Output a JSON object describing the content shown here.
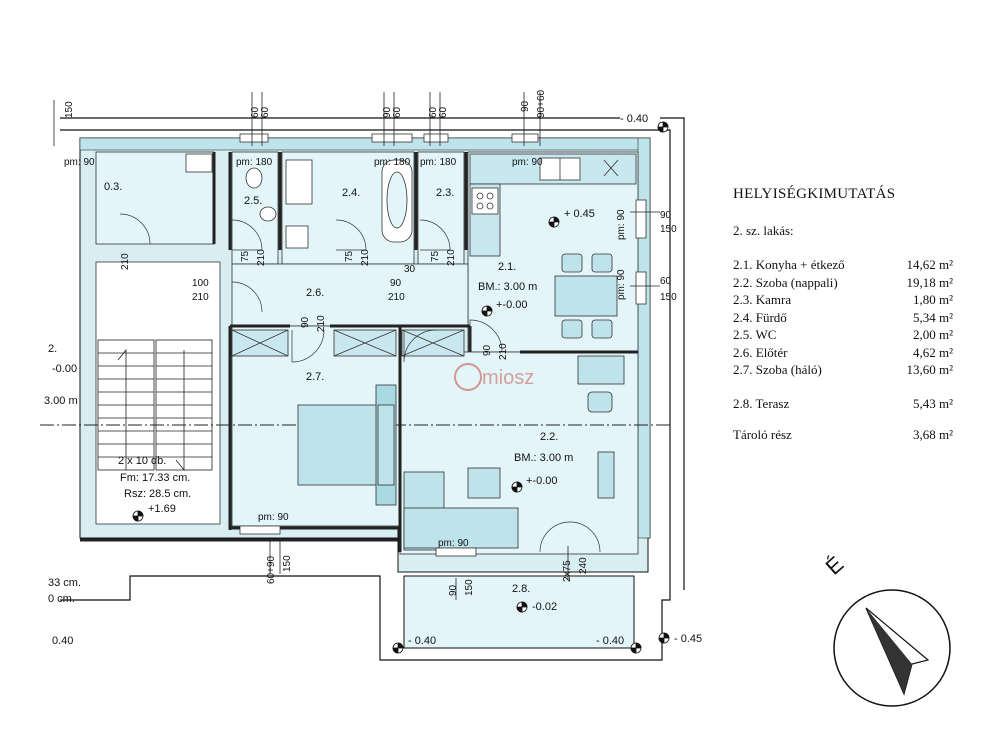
{
  "legend": {
    "title": "HELYISÉGKIMUTATÁS",
    "subtitle": "2. sz. lakás:",
    "rooms": [
      {
        "name": "2.1. Konyha + étkező",
        "area": "14,62 m²"
      },
      {
        "name": "2.2. Szoba (nappali)",
        "area": "19,18 m²"
      },
      {
        "name": "2.3. Kamra",
        "area": "1,80 m²"
      },
      {
        "name": "2.4. Fürdő",
        "area": "5,34 m²"
      },
      {
        "name": "2.5. WC",
        "area": "2,00 m²"
      },
      {
        "name": "2.6. Előtér",
        "area": "4,62 m²"
      },
      {
        "name": "2.7. Szoba (háló)",
        "area": "13,60 m²"
      }
    ],
    "terrace": {
      "name": "2.8. Terasz",
      "area": "5,43 m²"
    },
    "storage": {
      "name": "Tároló rész",
      "area": "3,68 m²"
    }
  },
  "plan": {
    "room_labels": {
      "r21": "2.1.",
      "r22": "2.2.",
      "r23": "2.3.",
      "r24": "2.4.",
      "r25": "2.5.",
      "r26": "2.6.",
      "r27": "2.7.",
      "r28": "2.8.",
      "r03": "0.3.",
      "r2": "2."
    },
    "bm": "BM.: 3.00 m",
    "bm_stair": "3.00 m",
    "levels": {
      "pm000": "+-0.00",
      "p045": "+ 0.45",
      "m002": "-0.02",
      "m040": "- 0.40",
      "m045": "- 0.45",
      "p169": "+1.69",
      "m000": "-0.00",
      "m040b": "0.40"
    },
    "stair": {
      "steps": "2 x 10 db.",
      "fm": "Fm: 17.33 cm.",
      "rsz": "Rsz: 28.5 cm."
    },
    "stair_cut": {
      "a": "33 cm.",
      "b": "0 cm."
    },
    "dims": {
      "d60": "60",
      "d90": "90",
      "d150": "150",
      "d90p60": "90+60",
      "d60p90": "60+90",
      "d75": "75",
      "d210": "210",
      "d100": "100",
      "d30": "30",
      "d240": "240",
      "d2x75": "2x75",
      "d180a": "pm: 180",
      "d180b": "pm: 180",
      "d180c": "pm: 180",
      "pm90": "pm: 90",
      "pm90v": "pm: 90"
    },
    "watermark": "miosz",
    "north": "É"
  }
}
